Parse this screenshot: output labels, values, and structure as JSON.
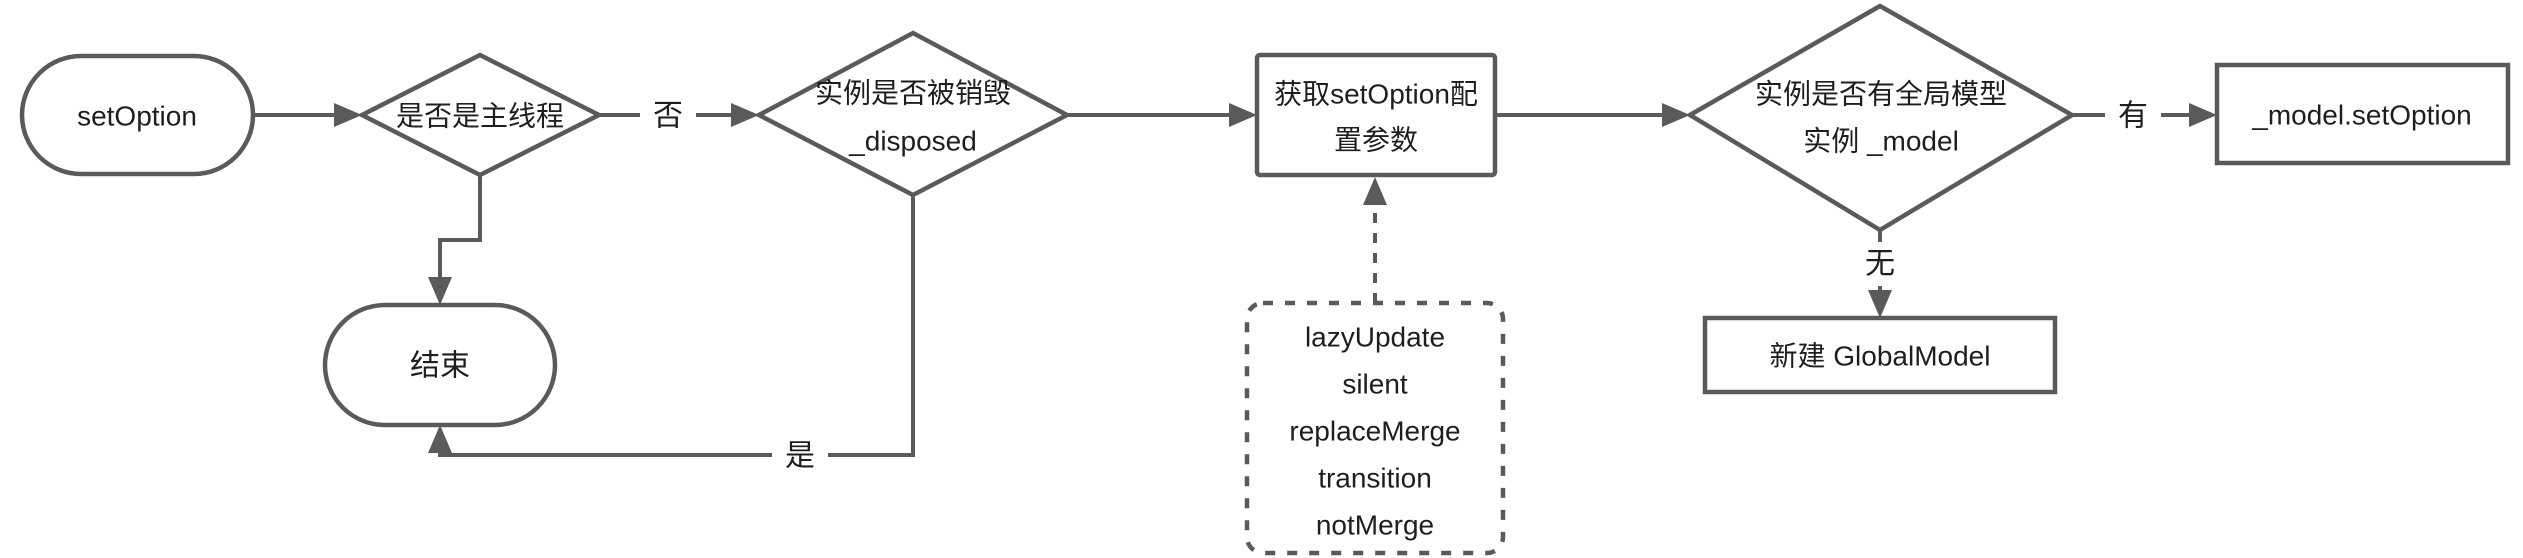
{
  "palette": {
    "background": "#ffffff",
    "stroke": "#5a5a5a",
    "text": "#1e1e1e"
  },
  "diagram": {
    "nodes": {
      "start": {
        "type": "terminal",
        "label": "setOption"
      },
      "is_main_thread": {
        "type": "decision",
        "label": "是否是主线程"
      },
      "is_disposed": {
        "type": "decision",
        "lines": [
          "实例是否被销毁",
          "_disposed"
        ]
      },
      "get_config": {
        "type": "process",
        "lines": [
          "获取setOption配",
          "置参数"
        ]
      },
      "has_global_model": {
        "type": "decision",
        "lines": [
          "实例是否有全局模型",
          "实例 _model"
        ]
      },
      "model_set_option": {
        "type": "process",
        "label": "_model.setOption"
      },
      "new_global_model": {
        "type": "process",
        "label": "新建 GlobalModel"
      },
      "end": {
        "type": "terminal",
        "label": "结束"
      }
    },
    "options_note": {
      "items": [
        "lazyUpdate",
        "silent",
        "replaceMerge",
        "transition",
        "notMerge"
      ]
    },
    "edge_labels": {
      "no": "否",
      "yes": "是",
      "has": "有",
      "none": "无"
    }
  }
}
